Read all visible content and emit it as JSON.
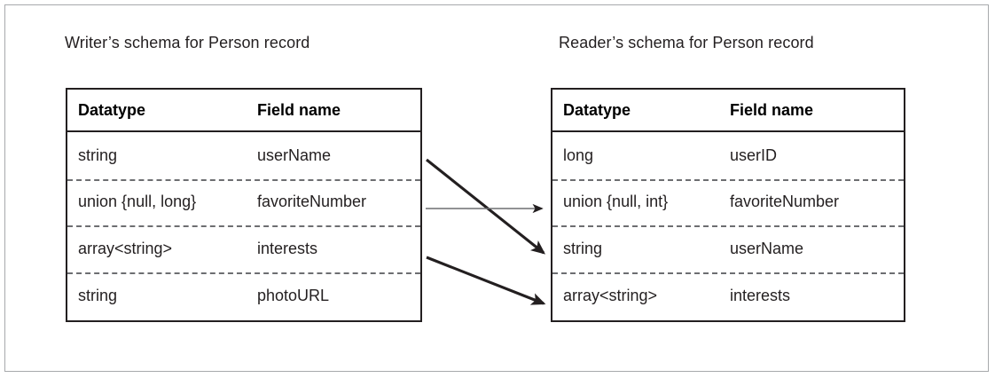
{
  "figure": {
    "captions": {
      "writer": "Writer’s schema for Person record",
      "reader": "Reader’s schema for Person record"
    },
    "colors": {
      "ink": "#231f20",
      "frame": "#a7a9ac",
      "dash": "#6d6e71",
      "background": "#ffffff"
    }
  },
  "writer_table": {
    "header": {
      "datatype": "Datatype",
      "field_name": "Field name"
    },
    "rows": [
      {
        "datatype": "string",
        "field_name": "userName"
      },
      {
        "datatype": "union {null, long}",
        "field_name": "favoriteNumber"
      },
      {
        "datatype": "array<string>",
        "field_name": "interests"
      },
      {
        "datatype": "string",
        "field_name": "photoURL"
      }
    ]
  },
  "reader_table": {
    "header": {
      "datatype": "Datatype",
      "field_name": "Field name"
    },
    "rows": [
      {
        "datatype": "long",
        "field_name": "userID"
      },
      {
        "datatype": "union {null, int}",
        "field_name": "favoriteNumber"
      },
      {
        "datatype": "string",
        "field_name": "userName"
      },
      {
        "datatype": "array<string>",
        "field_name": "interests"
      }
    ]
  },
  "mappings": [
    {
      "from_field": "userName",
      "to_field": "userName",
      "style": "diagonal-down"
    },
    {
      "from_field": "favoriteNumber",
      "to_field": "favoriteNumber",
      "style": "horizontal"
    },
    {
      "from_field": "interests",
      "to_field": "interests",
      "style": "diagonal-down"
    }
  ]
}
